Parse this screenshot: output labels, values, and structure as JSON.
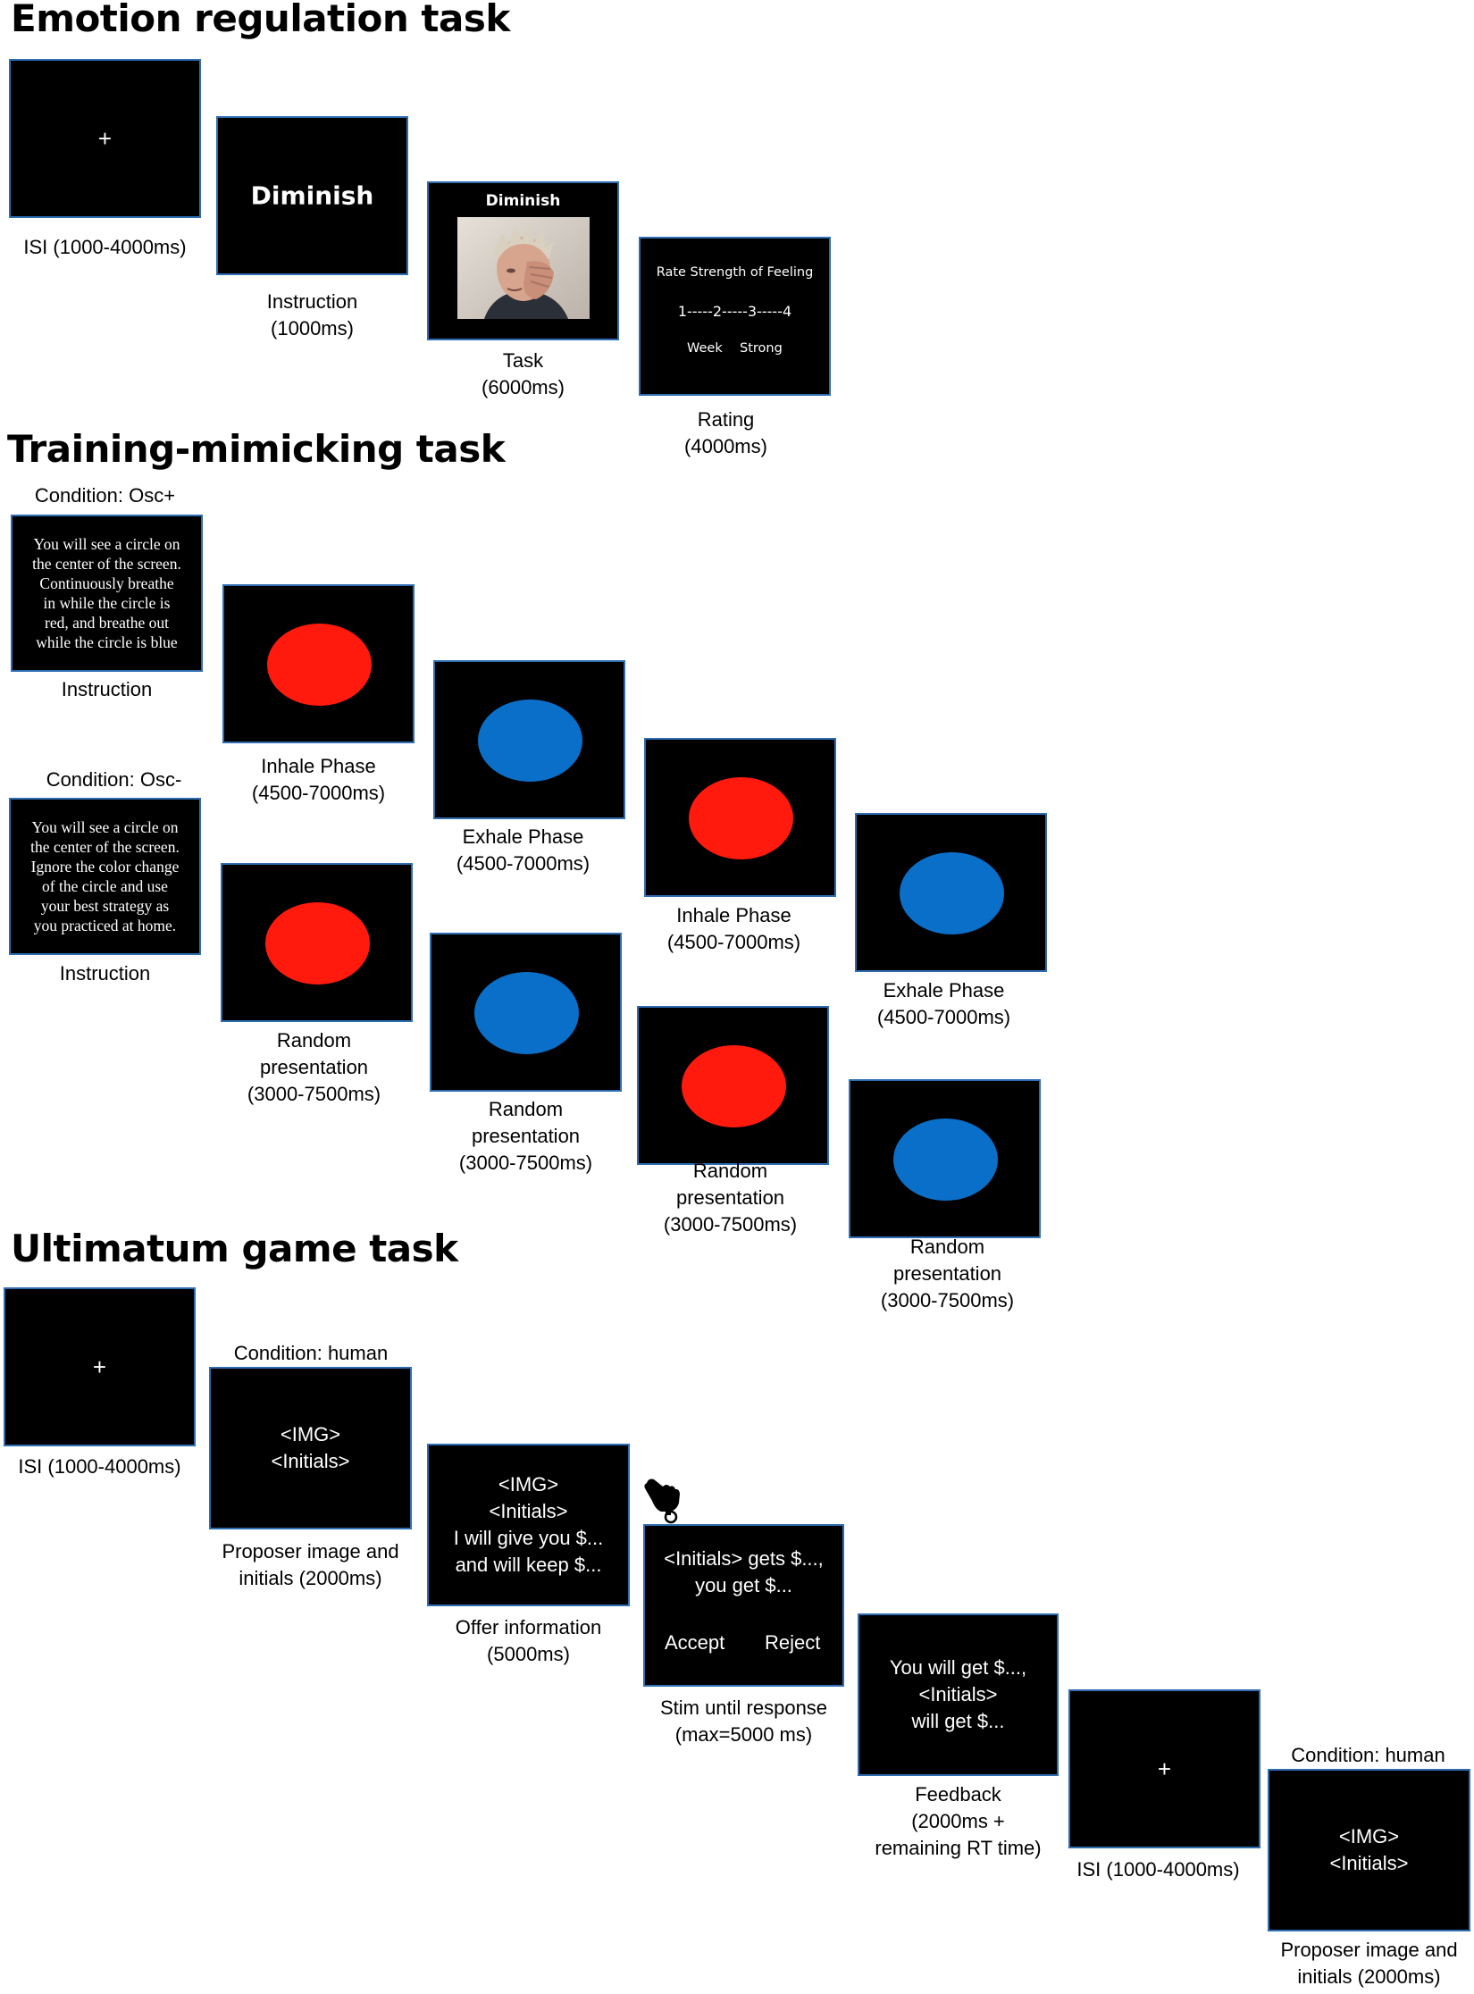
{
  "headings": {
    "emotion": "Emotion regulation task",
    "training": "Training-mimicking task",
    "ultimatum": "Ultimatum game task"
  },
  "emotion": {
    "isi": {
      "symbol": "+",
      "caption": "ISI (1000-4000ms)"
    },
    "instruction": {
      "text": "Diminish",
      "caption1": "Instruction",
      "caption2": "(1000ms)"
    },
    "task": {
      "label": "Diminish",
      "caption1": "Task",
      "caption2": "(6000ms)"
    },
    "rating": {
      "title": "Rate Strength of Feeling",
      "scale": "1-----2-----3-----4",
      "low": "Week",
      "high": "Strong",
      "caption1": "Rating",
      "caption2": "(4000ms)"
    }
  },
  "training": {
    "osc_plus": {
      "condition": "Condition: Osc+",
      "lines": [
        "You will see a circle on",
        "the center of the screen.",
        "Continuously breathe",
        "in while the circle is",
        "red, and breathe out",
        "while the circle is blue"
      ],
      "caption": "Instruction"
    },
    "osc_minus": {
      "condition": "Condition: Osc-",
      "lines": [
        "You will see a circle on",
        "the center of the screen.",
        "Ignore the color change",
        "of the circle and use",
        "your best strategy as",
        "you practiced at home."
      ],
      "caption": "Instruction"
    },
    "inhale": {
      "caption1": "Inhale Phase",
      "caption2": "(4500-7000ms)"
    },
    "exhale": {
      "caption1": "Exhale Phase",
      "caption2": "(4500-7000ms)"
    },
    "random": {
      "caption1": "Random",
      "caption2": "presentation",
      "caption3": "(3000-7500ms)"
    }
  },
  "ultimatum": {
    "isi": {
      "symbol": "+",
      "caption": "ISI (1000-4000ms)"
    },
    "proposer": {
      "condition": "Condition: human",
      "line1": "<IMG>",
      "line2": "<Initials>",
      "caption1": "Proposer image and",
      "caption2": "initials (2000ms)"
    },
    "offer": {
      "lines": [
        "<IMG>",
        "<Initials>",
        "I will give you $...",
        "and will keep $..."
      ],
      "caption1": "Offer information",
      "caption2": "(5000ms)"
    },
    "stim": {
      "line1": "<Initials> gets $...,",
      "line2": "you get $...",
      "accept": "Accept",
      "reject": "Reject",
      "caption1": "Stim until response",
      "caption2": "(max=5000 ms)"
    },
    "feedback": {
      "lines": [
        "You will get $...,",
        "<Initials>",
        "will get $..."
      ],
      "caption1": "Feedback",
      "caption2": "(2000ms +",
      "caption3": "remaining RT time)"
    },
    "isi2": {
      "symbol": "+",
      "caption": "ISI (1000-4000ms)"
    },
    "proposer2": {
      "condition": "Condition: human",
      "line1": "<IMG>",
      "line2": "<Initials>",
      "caption1": "Proposer image and",
      "caption2": "initials (2000ms)"
    }
  }
}
